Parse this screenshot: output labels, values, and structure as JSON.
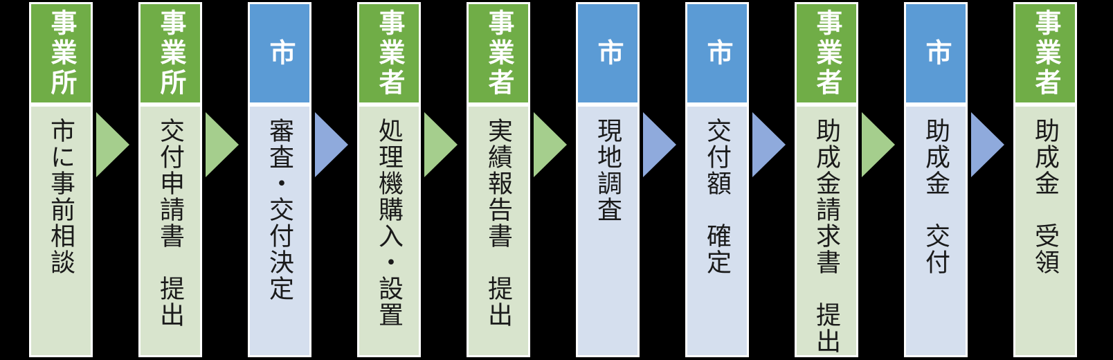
{
  "diagram": {
    "description": "subsidy-grant-process-flow",
    "background": "#000000",
    "colors": {
      "green_header": "#70ad47",
      "green_body": "#d8e4cd",
      "green_arrow": "#a5ce8d",
      "blue_header": "#5b9bd5",
      "blue_body": "#d5dfee",
      "blue_arrow": "#8faadc",
      "header_text": "#ffffff",
      "body_text": "#1a1a1a",
      "box_border": "#ffffff"
    },
    "steps": [
      {
        "actor": "事業所",
        "actor_type": "green",
        "label": "市に事前相談"
      },
      {
        "actor": "事業所",
        "actor_type": "green",
        "label": "交付申請書　提出"
      },
      {
        "actor": "市",
        "actor_type": "blue",
        "label": "審査・交付決定"
      },
      {
        "actor": "事業者",
        "actor_type": "green",
        "label": "処理機購入・設置"
      },
      {
        "actor": "事業者",
        "actor_type": "green",
        "label": "実績報告書　提出"
      },
      {
        "actor": "市",
        "actor_type": "blue",
        "label": "現地調査"
      },
      {
        "actor": "市",
        "actor_type": "blue",
        "label": "交付額　確定"
      },
      {
        "actor": "事業者",
        "actor_type": "green",
        "label": "助成金請求書　提出"
      },
      {
        "actor": "市",
        "actor_type": "blue",
        "label": "助成金　交付"
      },
      {
        "actor": "事業者",
        "actor_type": "green",
        "label": "助成金　受領"
      }
    ],
    "arrows": [
      "green",
      "green",
      "blue",
      "green",
      "green",
      "blue",
      "blue",
      "green",
      "blue"
    ]
  }
}
